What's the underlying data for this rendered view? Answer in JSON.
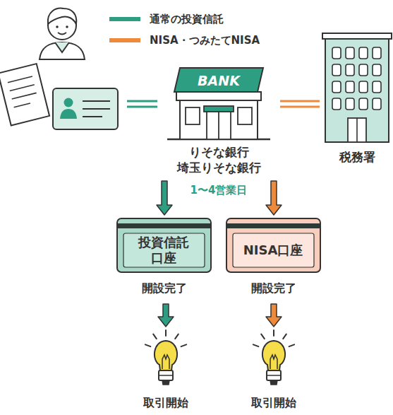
{
  "diagram": {
    "nodes": [
      {
        "text": [
          "BANK",
          "りそな銀行 埼玉りそな銀行"
        ]
      },
      {
        "text": [
          "税務署"
        ]
      },
      {
        "text": [
          "投資信託 口座",
          "開設完了"
        ]
      },
      {
        "text": [
          "NISA口座",
          "開設完了"
        ]
      },
      {
        "text": [
          "取引開始"
        ]
      },
      {
        "text": [
          "取引開始"
        ]
      }
    ],
    "edges": [
      {
        "from": 0,
        "to": 1,
        "arrow": "none"
      },
      {
        "from": 0,
        "to": 2,
        "arrow": "to"
      },
      {
        "from": 0,
        "to": 3,
        "arrow": "to"
      },
      {
        "from": 2,
        "to": 4,
        "arrow": "to"
      },
      {
        "from": 3,
        "to": 5,
        "arrow": "to"
      }
    ],
    "labels": [
      "1〜4営業日"
    ],
    "legend": [
      {
        "text": "通常の投資信託",
        "color": "#2e9e82"
      },
      {
        "text": "NISA・つみたてNISA",
        "color": "#ee8a3c"
      }
    ]
  }
}
